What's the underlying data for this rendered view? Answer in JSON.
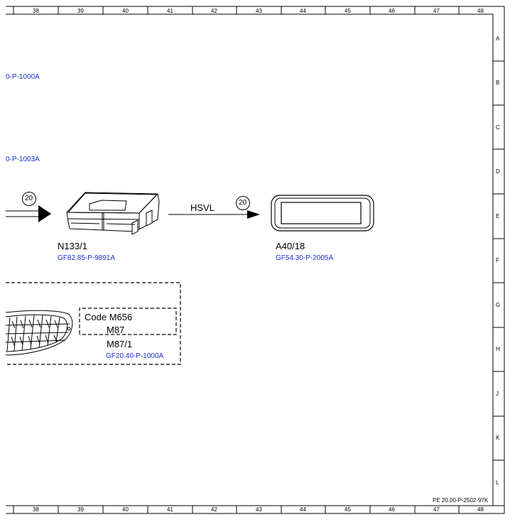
{
  "grid": {
    "columns": [
      "38",
      "39",
      "40",
      "41",
      "42",
      "43",
      "44",
      "45",
      "46",
      "47",
      "48"
    ],
    "rows": [
      "A",
      "B",
      "C",
      "D",
      "E",
      "F",
      "G",
      "H",
      "J",
      "K",
      "L"
    ]
  },
  "left_refs": {
    "ref_a": "0-P-1000A",
    "ref_b": "0-P-1003A"
  },
  "connectors": {
    "in_marker": "20",
    "out_marker": "20",
    "bus_label": "HSVL"
  },
  "components": {
    "n133": {
      "id": "N133/1",
      "ref": "GF82.85-P-9891A"
    },
    "a40": {
      "id": "A40/18",
      "ref": "GF54.30-P-2005A"
    },
    "m87_1": {
      "id": "M87/1",
      "ref": "GF20.40-P-1000A"
    }
  },
  "code_box": {
    "line1": "Code M656",
    "line2": "M87"
  },
  "footer": {
    "doc_ref": "PE 20.00-P-2502-97K"
  },
  "colors": {
    "link": "#1a2fd0",
    "line": "#000000"
  }
}
